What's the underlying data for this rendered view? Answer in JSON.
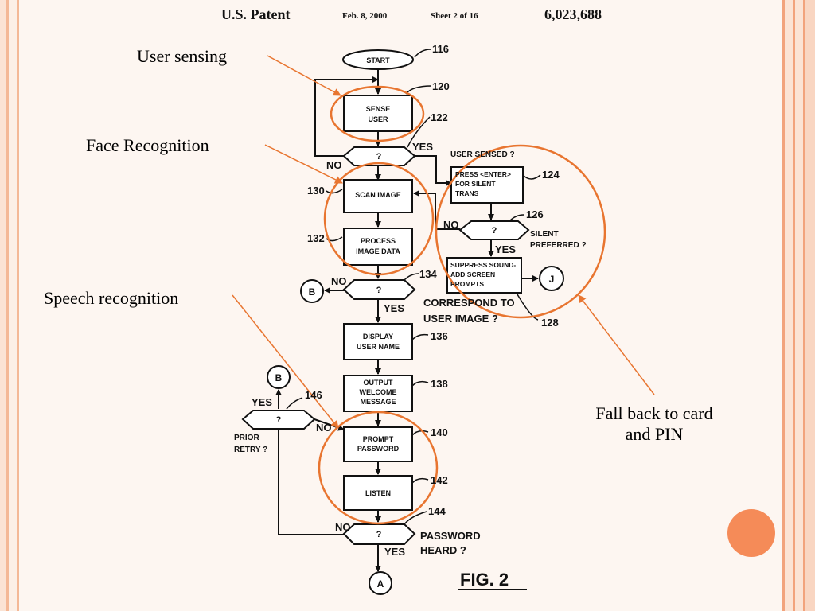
{
  "patent_header": {
    "title": "U.S. Patent",
    "date": "Feb. 8, 2000",
    "sheet": "Sheet 2 of 16",
    "number": "6,023,688"
  },
  "callouts": {
    "user_sensing": "User sensing",
    "face_recognition": "Face Recognition",
    "speech_recognition": "Speech recognition",
    "fallback_line1": "Fall back to card",
    "fallback_line2": "and PIN"
  },
  "flowchart": {
    "start": "START",
    "sense_user": [
      "SENSE",
      "USER"
    ],
    "scan_image": "SCAN IMAGE",
    "process_image": [
      "PROCESS",
      "IMAGE DATA"
    ],
    "display_name": [
      "DISPLAY",
      "USER NAME"
    ],
    "output_welcome": [
      "OUTPUT",
      "WELCOME",
      "MESSAGE"
    ],
    "prompt_password": [
      "PROMPT",
      "PASSWORD"
    ],
    "listen": "LISTEN",
    "press_enter": [
      "PRESS <ENTER>",
      "FOR SILENT",
      "TRANS"
    ],
    "suppress_sound": [
      "SUPPRESS SOUND-",
      "ADD SCREEN",
      "PROMPTS"
    ],
    "question": "?",
    "yes": "YES",
    "no": "NO",
    "user_sensed_q": "USER SENSED ?",
    "silent_preferred": [
      "SILENT",
      "PREFERRED ?"
    ],
    "correspond": [
      "CORRESPOND TO",
      "USER IMAGE ?"
    ],
    "prior_retry": [
      "PRIOR",
      "RETRY ?"
    ],
    "password_heard": [
      "PASSWORD",
      "HEARD ?"
    ],
    "connectors": {
      "a": "A",
      "b": "B",
      "j": "J"
    },
    "refs": {
      "r116": "116",
      "r120": "120",
      "r122": "122",
      "r124": "124",
      "r126": "126",
      "r128": "128",
      "r130": "130",
      "r132": "132",
      "r134": "134",
      "r136": "136",
      "r138": "138",
      "r140": "140",
      "r142": "142",
      "r144": "144",
      "r146": "146"
    },
    "fig_label": "FIG.   2"
  },
  "colors": {
    "highlight": "#e87530",
    "accent_circle": "#f58b58",
    "border_light": "#f7c7aa",
    "border_mid": "#f2a37c"
  }
}
